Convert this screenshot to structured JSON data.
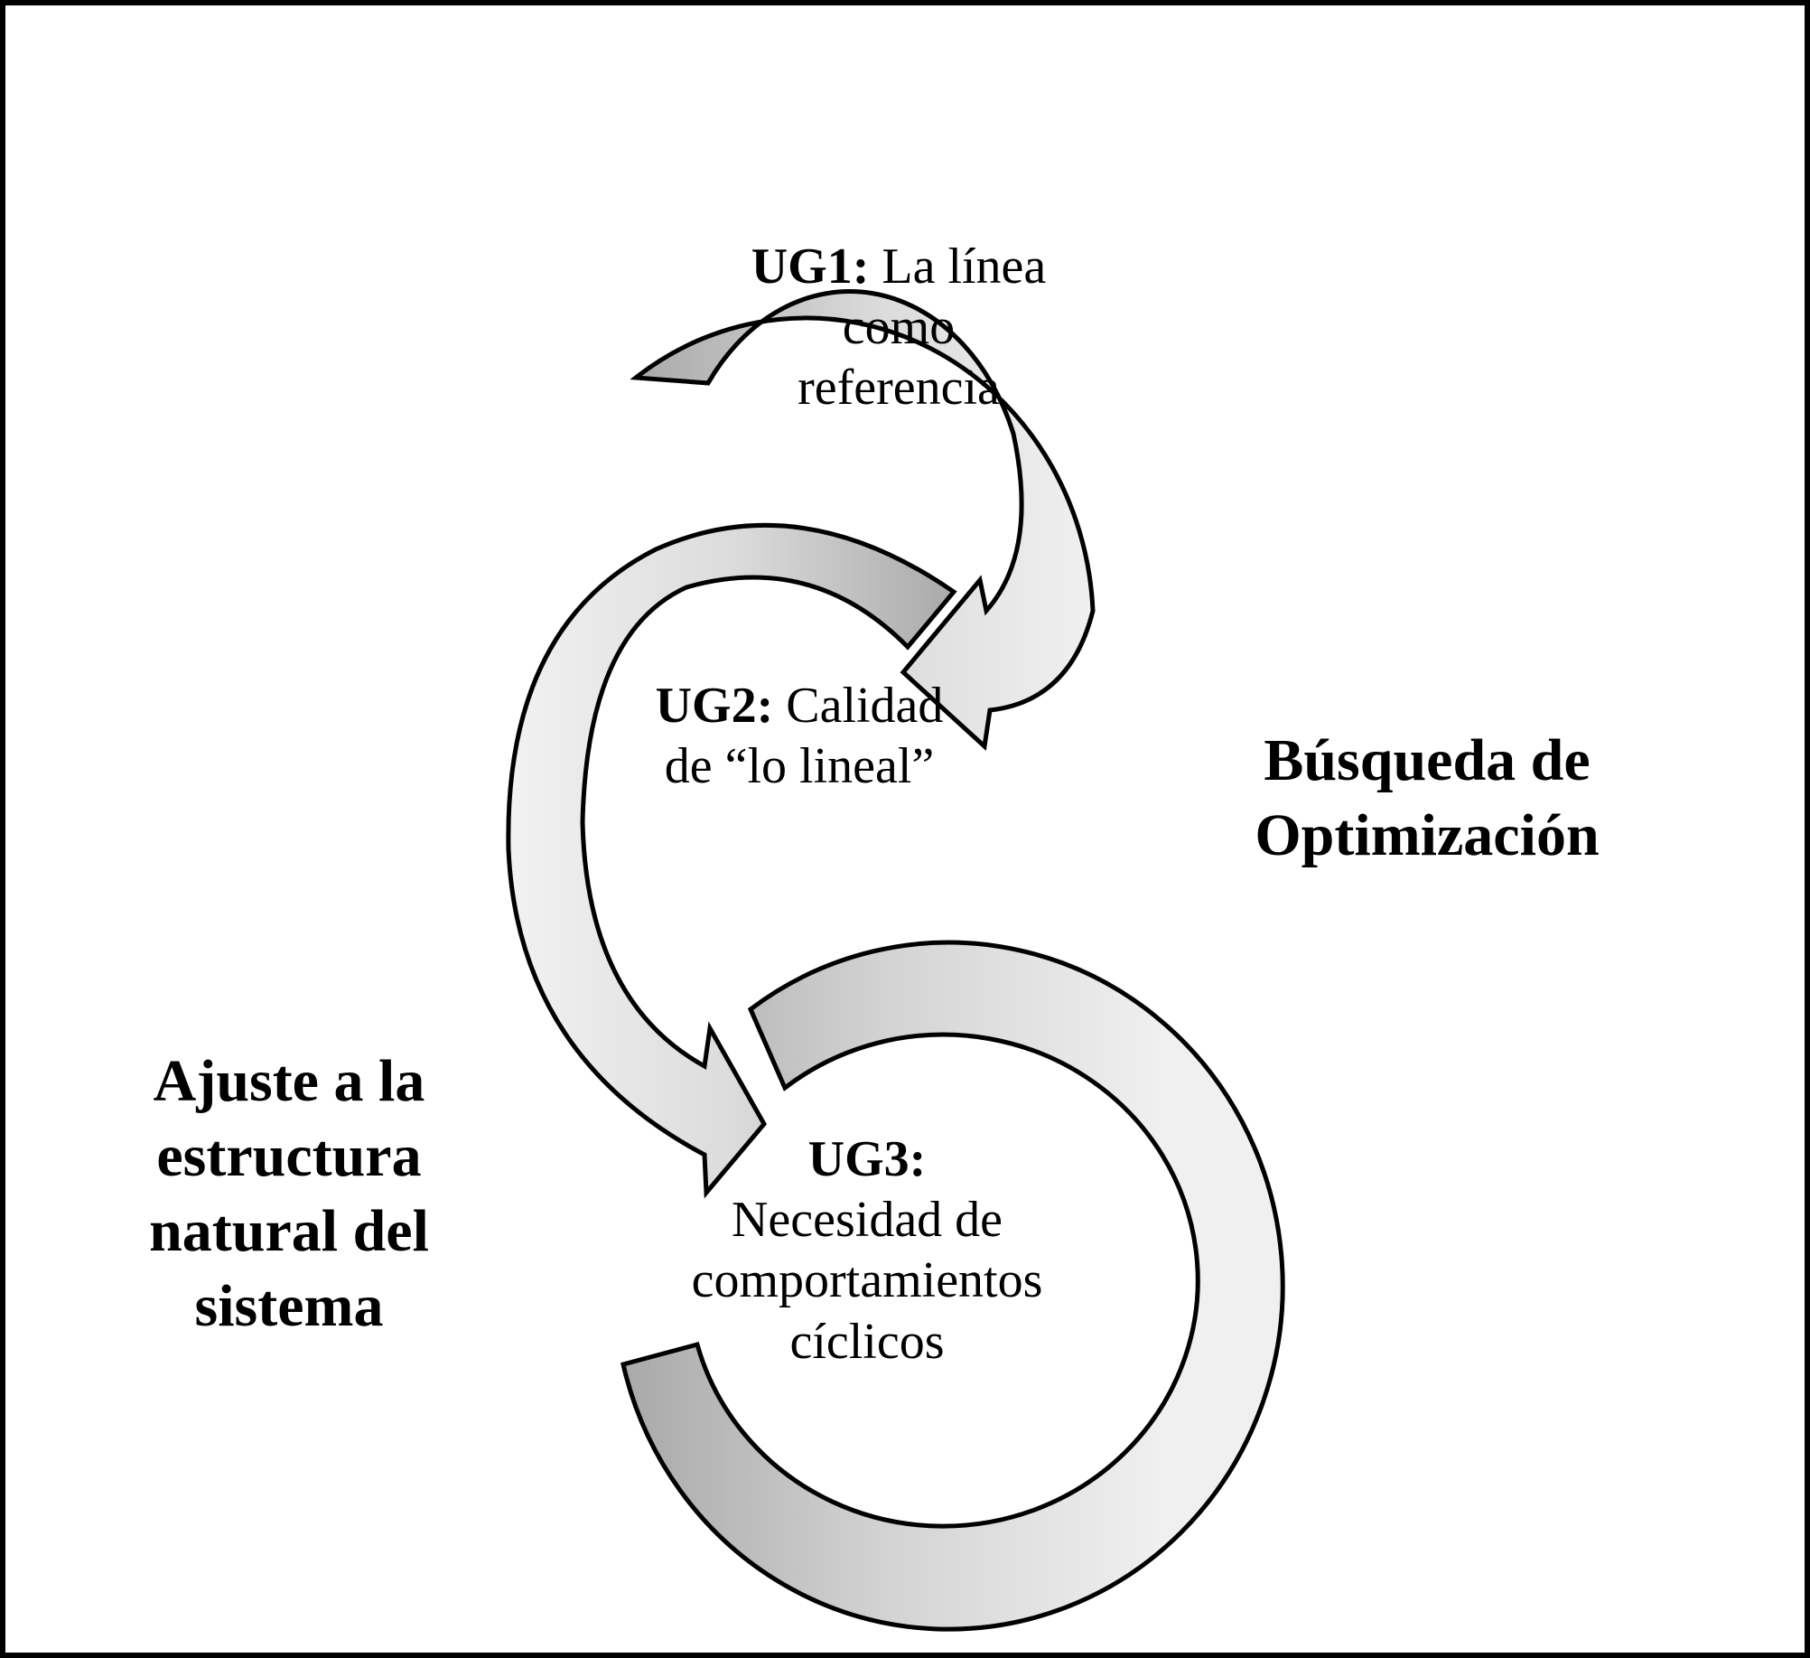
{
  "stages": [
    {
      "code": "UG1:",
      "lines": [
        "La línea",
        "como",
        "referencia"
      ]
    },
    {
      "code": "UG2:",
      "lines": [
        "Calidad",
        "de “lo lineal”"
      ]
    },
    {
      "code": "UG3:",
      "lines": [
        "Necesidad de",
        "comportamientos",
        "cíclicos"
      ]
    }
  ],
  "side_labels": {
    "right": [
      "Búsqueda de",
      "Optimización"
    ],
    "left": [
      "Ajuste a la",
      "estructura",
      "natural del",
      "sistema"
    ]
  },
  "colors": {
    "border": "#000000",
    "arrow_stroke": "#000000",
    "arrow_fill_light": "#f0f0f0",
    "arrow_fill_dark": "#a9a9a9"
  }
}
